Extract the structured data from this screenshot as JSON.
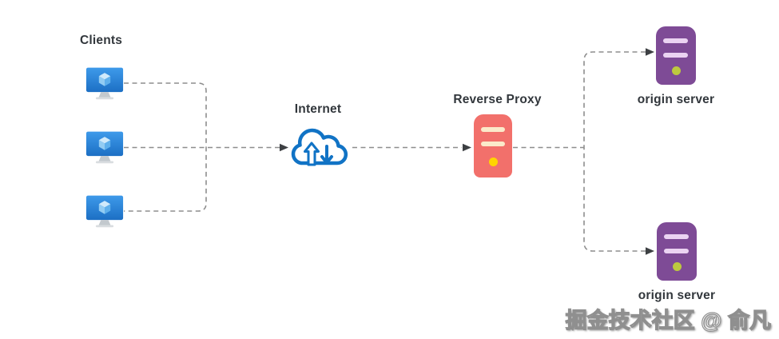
{
  "diagram": {
    "title_context": "reverse proxy architecture diagram",
    "clients": {
      "label": "Clients",
      "count": 3
    },
    "internet": {
      "label": "Internet"
    },
    "reverse_proxy": {
      "label": "Reverse Proxy"
    },
    "origin_servers": [
      {
        "label": "origin server"
      },
      {
        "label": "origin server"
      }
    ],
    "watermark": "掘金技术社区 @ 俞凡",
    "icons": {
      "client": "monitor-with-cube-icon",
      "internet": "cloud-up-down-arrows-icon",
      "reverse_proxy": "server-tower-icon",
      "origin_server": "server-tower-icon"
    },
    "colors": {
      "monitor_blue_top": "#3e9aea",
      "monitor_blue_bottom": "#1c6fc4",
      "cube_top": "#d0eafb",
      "cube_left": "#92ccf3",
      "cube_right": "#5fb0ec",
      "stand_gray": "#c3c9ce",
      "cloud_stroke": "#1173c5",
      "proxy_body": "#f2706b",
      "proxy_bar": "#fbeaca",
      "proxy_dot": "#ffd400",
      "origin_body": "#7e4b96",
      "origin_bar": "#ebd3f2",
      "origin_dot": "#bdc93f",
      "connector_gray": "#8e8e8e",
      "arrow_dark": "#3d4043",
      "label_text": "#32373c"
    }
  }
}
